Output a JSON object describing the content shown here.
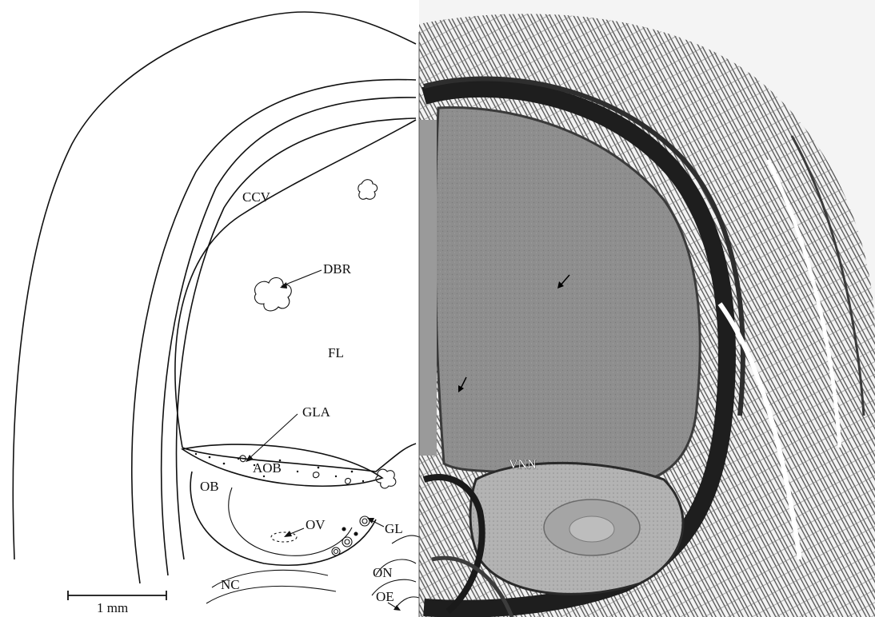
{
  "figure": {
    "labels": {
      "ccv": "CCV",
      "dbr": "DBR",
      "fl": "FL",
      "gla": "GLA",
      "aob": "AOB",
      "ob": "OB",
      "ov": "OV",
      "gl": "GL",
      "on": "ON",
      "oe": "OE",
      "nc": "NC",
      "vnn": "VNN"
    },
    "scale_bar": {
      "label": "1 mm"
    }
  }
}
